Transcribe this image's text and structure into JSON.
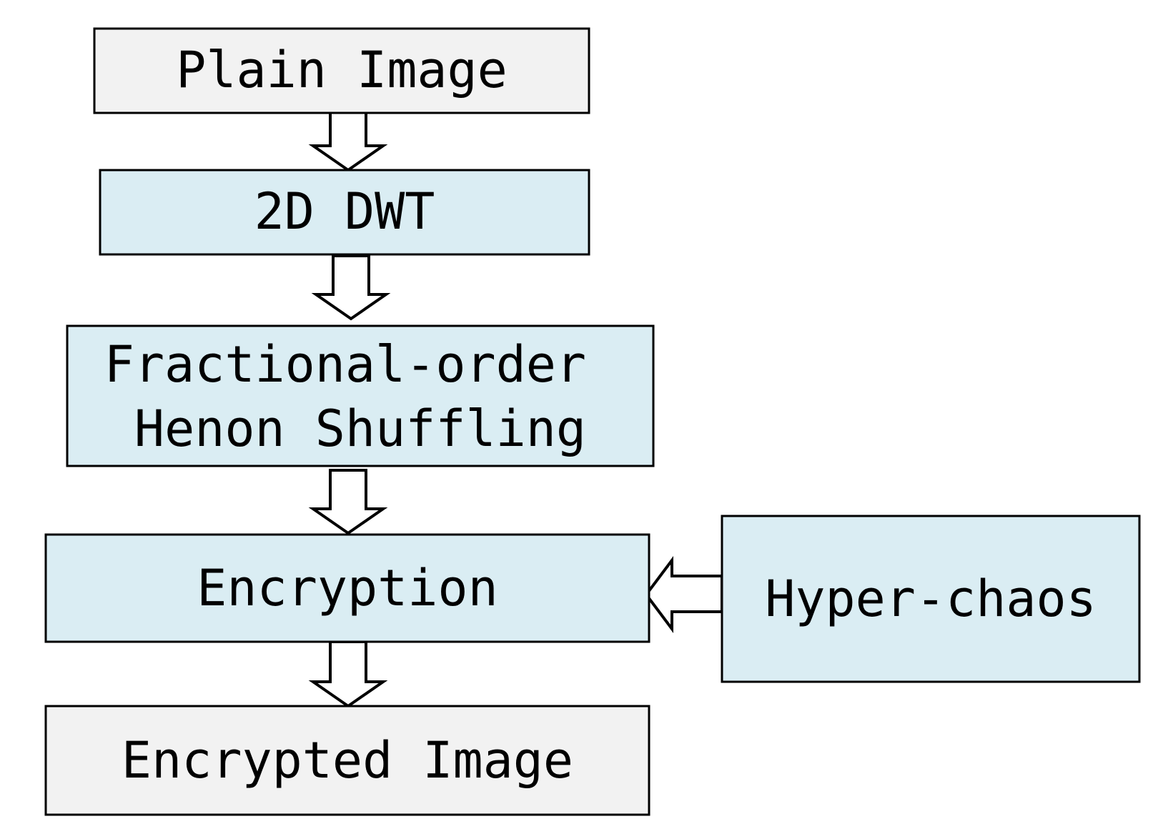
{
  "diagram": {
    "nodes": {
      "plain_image": {
        "lines": [
          "Plain Image"
        ],
        "fill": "#f2f2f2"
      },
      "dwt": {
        "lines": [
          "2D DWT"
        ],
        "fill": "#daedf3"
      },
      "shuffling": {
        "lines": [
          "Fractional-order",
          "Henon Shuffling"
        ],
        "fill": "#daedf3"
      },
      "encryption": {
        "lines": [
          "Encryption"
        ],
        "fill": "#daedf3"
      },
      "hyper_chaos": {
        "lines": [
          "Hyper-chaos"
        ],
        "fill": "#daedf3"
      },
      "encrypted_image": {
        "lines": [
          "Encrypted Image"
        ],
        "fill": "#f2f2f2"
      }
    },
    "edges": [
      {
        "from": "plain_image",
        "to": "dwt"
      },
      {
        "from": "dwt",
        "to": "shuffling"
      },
      {
        "from": "shuffling",
        "to": "encryption"
      },
      {
        "from": "hyper_chaos",
        "to": "encryption"
      },
      {
        "from": "encryption",
        "to": "encrypted_image"
      }
    ],
    "colors": {
      "stroke": "#000000",
      "arrow_fill": "#ffffff",
      "text": "#000000"
    }
  }
}
